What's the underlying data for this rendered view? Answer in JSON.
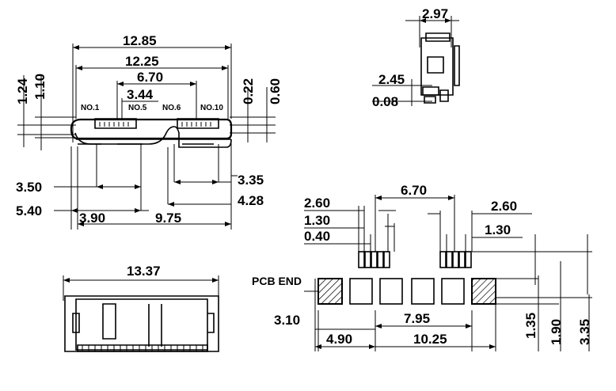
{
  "front_view": {
    "dims": {
      "d12_85": "12.85",
      "d12_25": "12.25",
      "d6_70": "6.70",
      "d3_44": "3.44",
      "d1_24": "1.24",
      "d1_10": "1.10",
      "d0_22": "0.22",
      "d0_60": "0.60",
      "d3_35": "3.35",
      "d3_50": "3.50",
      "d4_28": "4.28",
      "d5_40": "5.40",
      "d3_90": "3.90",
      "d9_75": "9.75"
    },
    "pin_labels": {
      "no1": "NO.1",
      "no5": "NO.5",
      "no6": "NO.6",
      "no10": "NO.10"
    }
  },
  "side_view": {
    "dims": {
      "d2_97": "2.97",
      "d2_45": "2.45",
      "d0_08": "0.08"
    }
  },
  "top_view": {
    "dims": {
      "d13_37": "13.37"
    }
  },
  "pcb_layout": {
    "pcb_end_label": "PCB END",
    "dims": {
      "d2_60_left": "2.60",
      "d1_30_left": "1.30",
      "d0_40": "0.40",
      "d6_70": "6.70",
      "d2_60_right": "2.60",
      "d1_30_right": "1.30",
      "d3_10": "3.10",
      "d7_95": "7.95",
      "d4_90": "4.90",
      "d10_25": "10.25",
      "d1_35": "1.35",
      "d1_90": "1.90",
      "d3_35": "3.35"
    }
  }
}
